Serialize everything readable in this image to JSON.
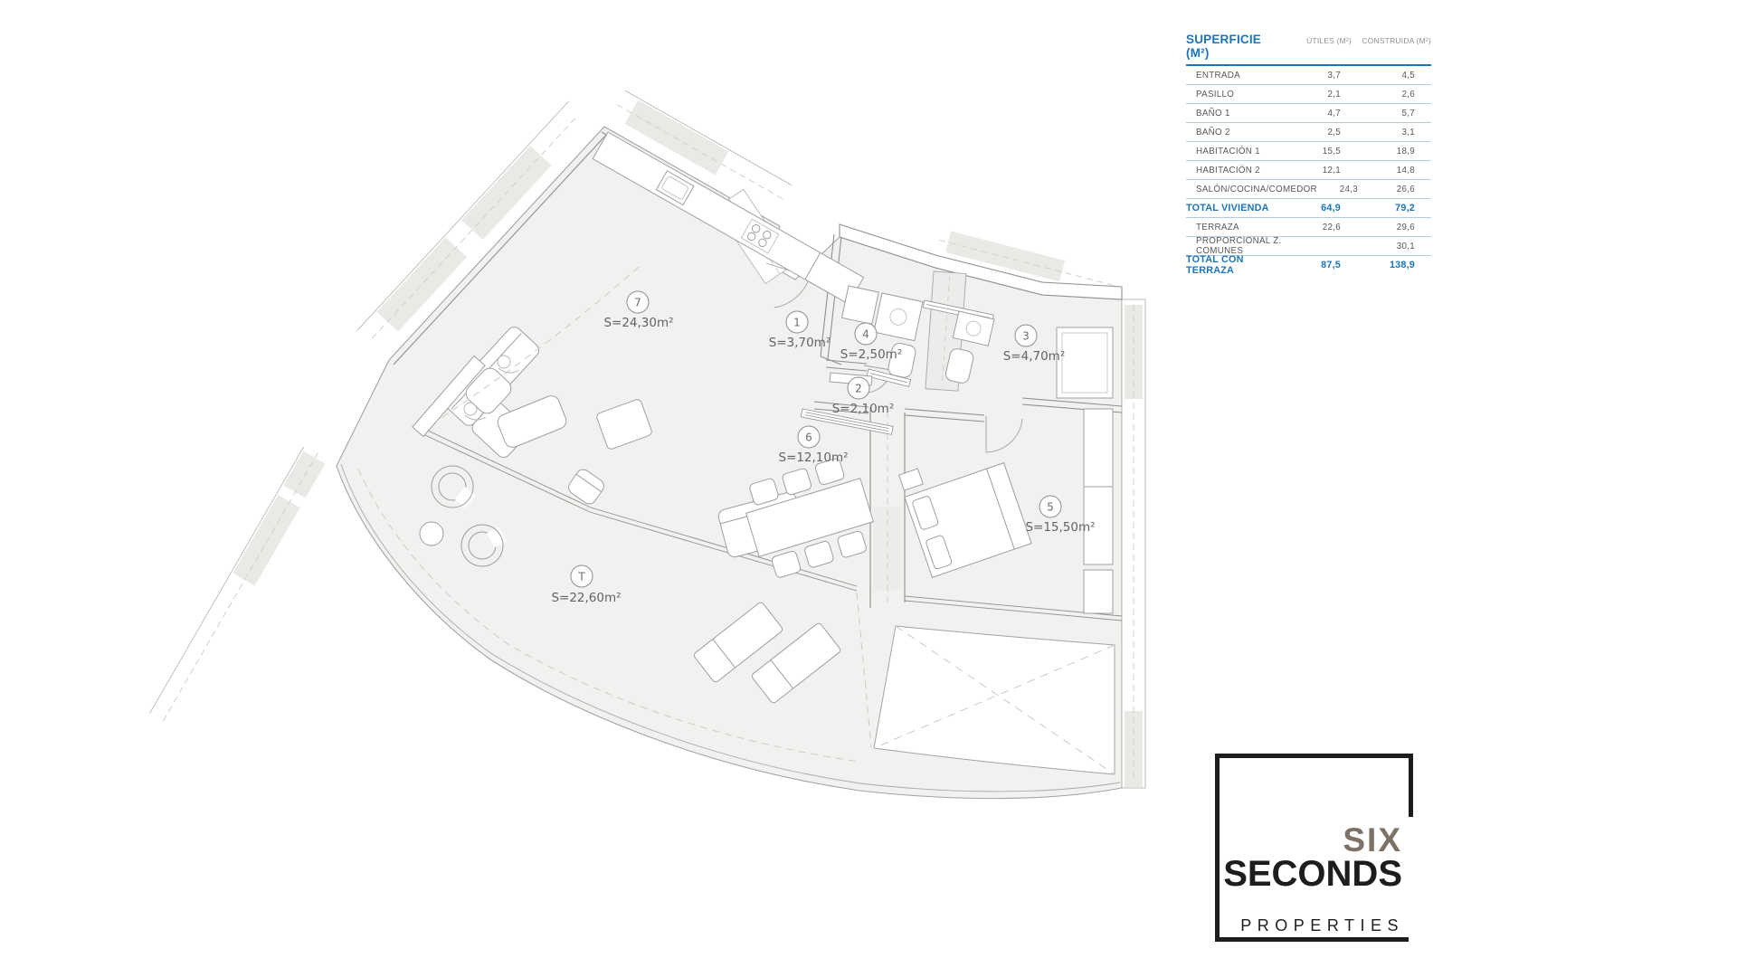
{
  "table": {
    "title": "SUPERFICIE (M²)",
    "accent_color": "#1b75b9",
    "columns": {
      "utiles": "ÚTILES (M²)",
      "construida": "CONSTRUIDA (M²)"
    },
    "rows": [
      {
        "label": "ENTRADA",
        "utiles": "3,7",
        "construida": "4,5"
      },
      {
        "label": "PASILLO",
        "utiles": "2,1",
        "construida": "2,6"
      },
      {
        "label": "BAÑO 1",
        "utiles": "4,7",
        "construida": "5,7"
      },
      {
        "label": "BAÑO 2",
        "utiles": "2,5",
        "construida": "3,1"
      },
      {
        "label": "HABITACIÓN 1",
        "utiles": "15,5",
        "construida": "18,9"
      },
      {
        "label": "HABITACIÓN 2",
        "utiles": "12,1",
        "construida": "14,8"
      },
      {
        "label": "SALÓN/COCINA/COMEDOR",
        "utiles": "24,3",
        "construida": "26,6"
      },
      {
        "label": "TOTAL VIVIENDA",
        "utiles": "64,9",
        "construida": "79,2"
      },
      {
        "label": "TERRAZA",
        "utiles": "22,6",
        "construida": "29,6"
      },
      {
        "label": "PROPORCIONAL Z. COMUNES",
        "utiles": "",
        "construida": "30,1"
      },
      {
        "label": "TOTAL CON TERRAZA",
        "utiles": "87,5",
        "construida": "138,9"
      }
    ]
  },
  "plan": {
    "rooms": [
      {
        "id": "7",
        "area": "S=24,30m²"
      },
      {
        "id": "1",
        "area": "S=3,70m²"
      },
      {
        "id": "4",
        "area": "S=2,50m²"
      },
      {
        "id": "3",
        "area": "S=4,70m²"
      },
      {
        "id": "2",
        "area": "S=2,10m²"
      },
      {
        "id": "6",
        "area": "S=12,10m²"
      },
      {
        "id": "5",
        "area": "S=15,50m²"
      },
      {
        "id": "T",
        "area": "S=22,60m²"
      }
    ]
  },
  "logo": {
    "line1": "SIX",
    "line2": "SECONDS",
    "line3": "PROPERTIES",
    "six_color": "#7d7265",
    "dark_color": "#1d1d1b"
  }
}
